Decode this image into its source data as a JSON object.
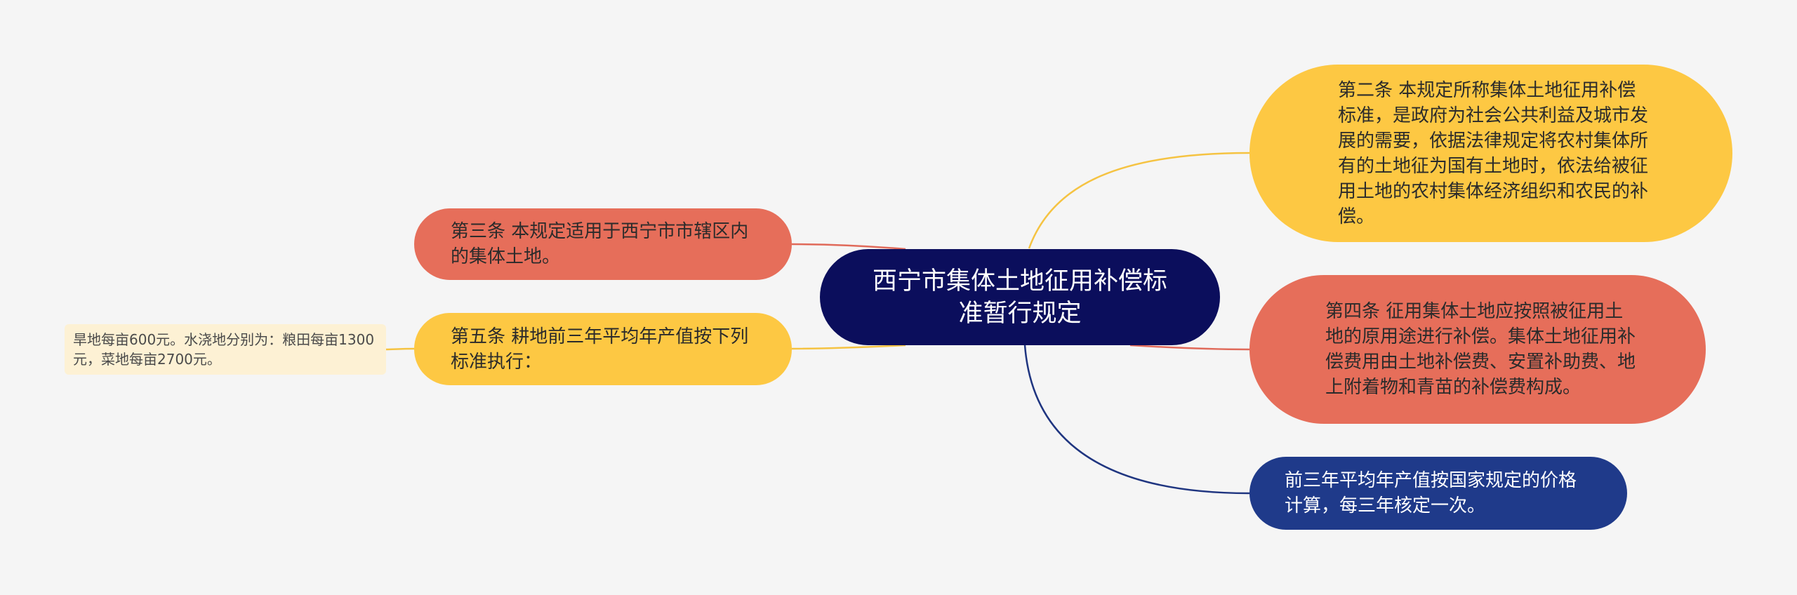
{
  "root": {
    "title": "西宁市集体土地征用补偿标准暂行规定"
  },
  "branches": {
    "article2": "第二条 本规定所称集体土地征用补偿标准，是政府为社会公共利益及城市发展的需要，依据法律规定将农村集体所有的土地征为国有土地时，依法给被征用土地的农村集体经济组织和农民的补偿。",
    "article4": "第四条 征用集体土地应按照被征用土地的原用途进行补偿。集体土地征用补偿费用由土地补偿费、安置补助费、地上附着物和青苗的补偿费构成。",
    "price_note": "前三年平均年产值按国家规定的价格计算，每三年核定一次。",
    "article3": "第三条 本规定适用于西宁市市辖区内的集体土地。",
    "article5": "第五条 耕地前三年平均年产值按下列标准执行："
  },
  "leaves": {
    "article5_detail": "旱地每亩600元。水浇地分别为：粮田每亩1300元，菜地每亩2700元。"
  },
  "colors": {
    "background": "#f5f5f5",
    "root_fill": "#0b0e5c",
    "yellow_fill": "#fdc843",
    "red_fill": "#e66e5a",
    "blue_fill": "#1f3a8a",
    "leaf_fill": "#fdf1d4",
    "yellow_link": "#f5c342",
    "red_link": "#e06a5a",
    "blue_link": "#1f3580"
  }
}
